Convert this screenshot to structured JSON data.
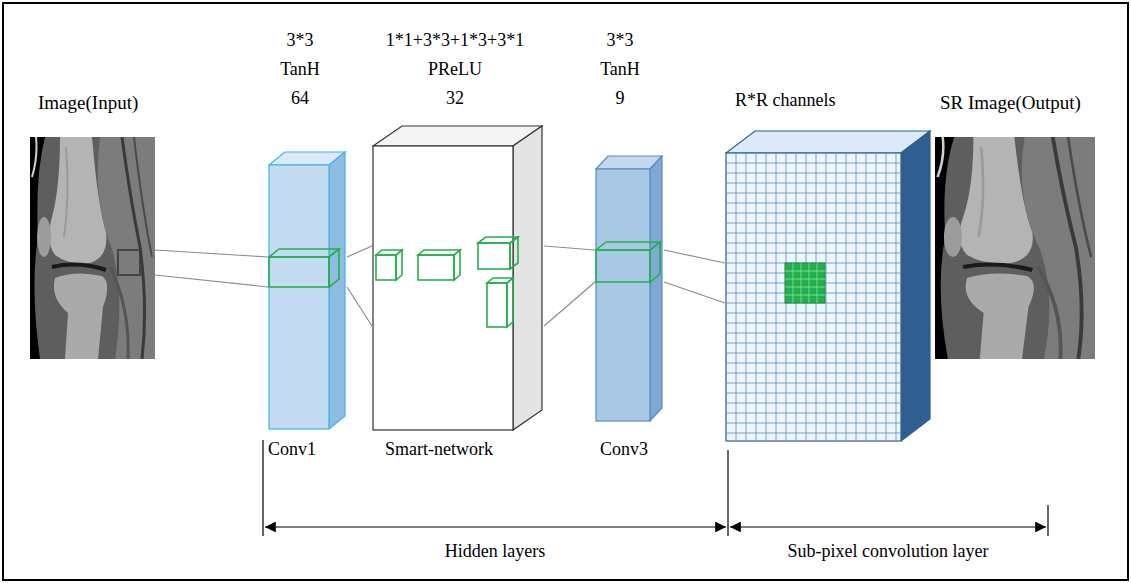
{
  "diagram": {
    "nodes": [
      {
        "text": [
          "Image(Input)"
        ]
      },
      {
        "text": [
          "3*3",
          "TanH",
          "64",
          "Conv1"
        ]
      },
      {
        "text": [
          "1*1+3*3+1*3+3*1",
          "PReLU",
          "32",
          "Smart-network"
        ]
      },
      {
        "text": [
          "3*3",
          "TanH",
          "9",
          "Conv3"
        ]
      },
      {
        "text": [
          "R*R channels"
        ]
      },
      {
        "text": [
          "SR Image(Output)"
        ]
      }
    ],
    "edges": [
      {
        "from": 0,
        "to": 1,
        "arrow": "none"
      },
      {
        "from": 1,
        "to": 2,
        "arrow": "none"
      },
      {
        "from": 2,
        "to": 3,
        "arrow": "none"
      },
      {
        "from": 3,
        "to": 4,
        "arrow": "none"
      }
    ],
    "labels": [
      "Hidden layers",
      "Sub-pixel convolution layer"
    ]
  }
}
